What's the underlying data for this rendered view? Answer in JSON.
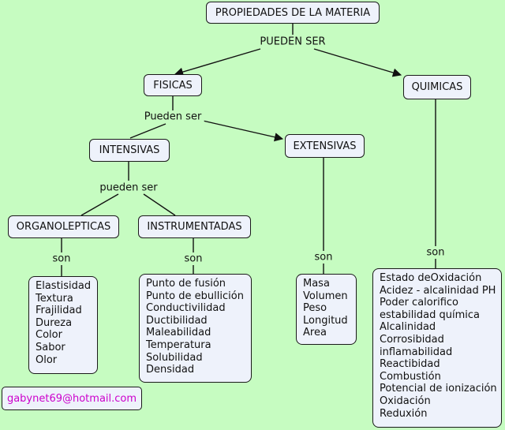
{
  "nodes": {
    "root": "PROPIEDADES DE LA MATERIA",
    "fisicas": "FISICAS",
    "quimicas": "QUIMICAS",
    "intensivas": "INTENSIVAS",
    "extensivas": "EXTENSIVAS",
    "organolepticas": "ORGANOLEPTICAS",
    "instrumentadas": "INSTRUMENTADAS"
  },
  "links": {
    "pueden_ser_root": "PUEDEN SER",
    "pueden_ser_fisicas": "Pueden ser",
    "pueden_ser_intensivas": "pueden ser",
    "son_organolepticas": "son",
    "son_instrumentadas": "son",
    "son_extensivas": "son",
    "son_quimicas": "son"
  },
  "lists": {
    "organolepticas": [
      "Elastisidad",
      "Textura",
      "Frajilidad",
      "Dureza",
      "Color",
      "Sabor",
      "Olor"
    ],
    "instrumentadas": [
      "Punto de fusión",
      "Punto de ebullición",
      "Conductivilidad",
      "Ductibilidad",
      "Maleabilidad",
      "Temperatura",
      "Solubilidad",
      "Densidad"
    ],
    "extensivas": [
      "Masa",
      "Volumen",
      "Peso",
      "Longitud",
      "Area"
    ],
    "quimicas": [
      "Estado deOxidación",
      "Acidez - alcalinidad PH",
      "Poder calorifico",
      "estabilidad química",
      "Alcalinidad",
      "Corrosibidad",
      "inflamabilidad",
      "Reactibidad",
      "Combustión",
      "Potencial de ionización",
      "Oxidación",
      "Reduxión"
    ]
  },
  "email": "gabynet69@hotmail.com",
  "colors": {
    "background": "#c6fcc1",
    "node_fill": "#eef2fb",
    "email_text": "#cc00cc"
  }
}
